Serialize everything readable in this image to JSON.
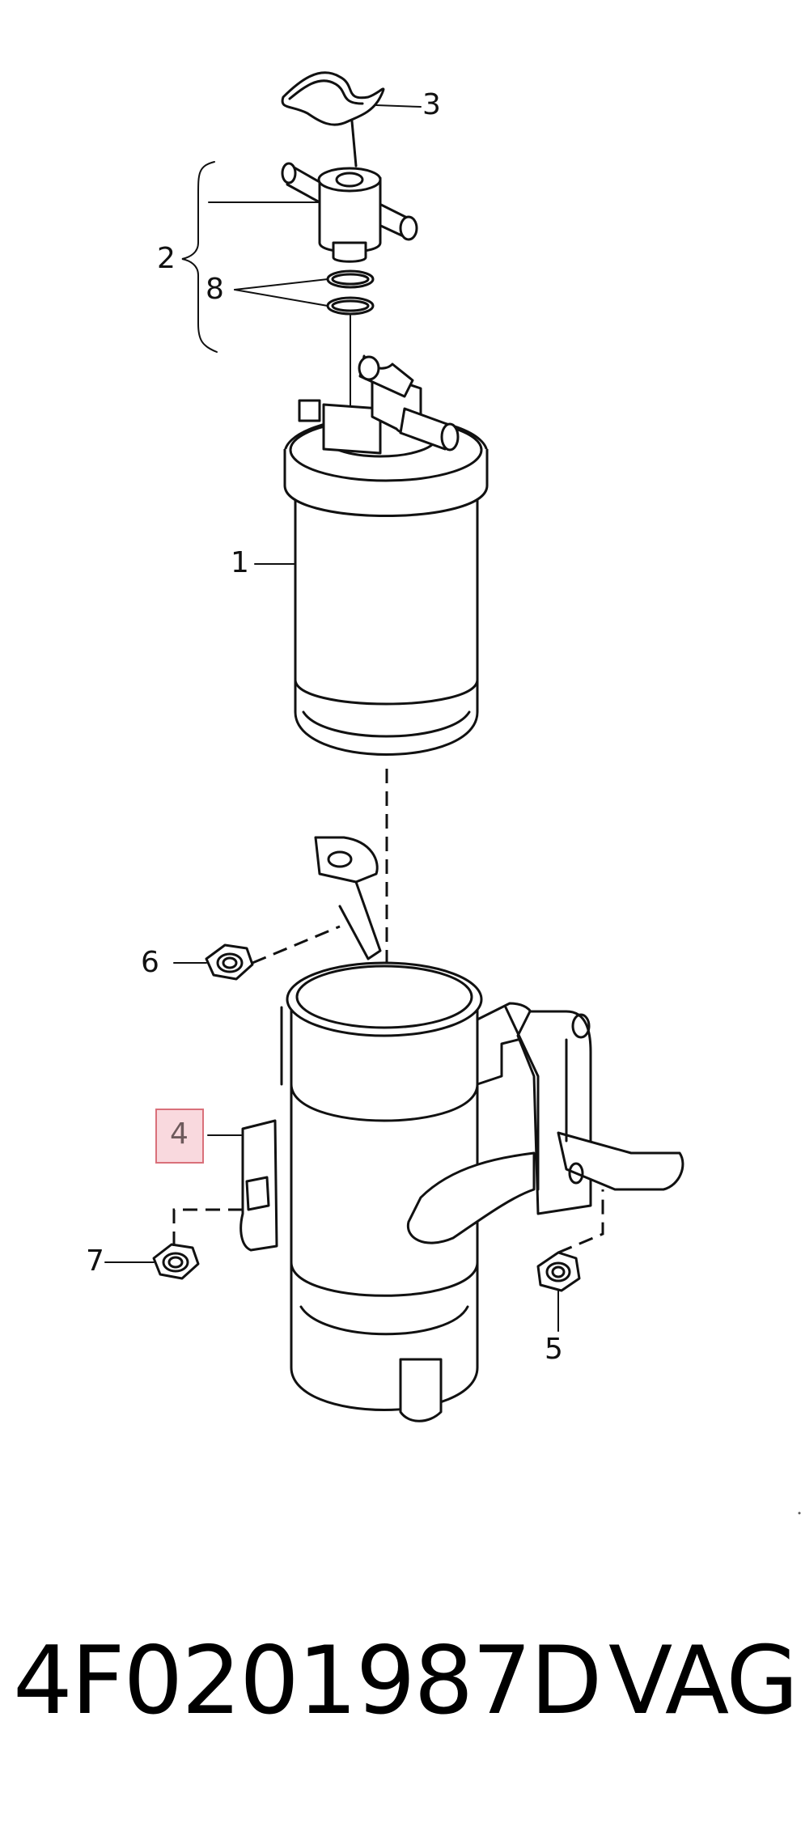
{
  "callouts": {
    "c1": "1",
    "c2": "2",
    "c3": "3",
    "c4": "4",
    "c5": "5",
    "c6": "6",
    "c7": "7",
    "c8": "8"
  },
  "highlight": {
    "label": "4",
    "color": "#e8788a"
  },
  "footer": {
    "part_number": "4F0201987D",
    "brand": "VAG"
  }
}
